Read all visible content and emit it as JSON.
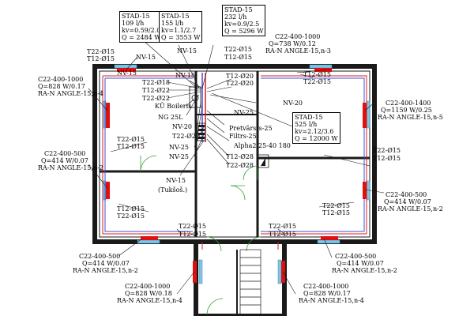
{
  "stad_boxes": [
    {
      "name": "STAD-15",
      "flow": "109 l/h",
      "kv": "kv=0.59/2.0",
      "q": "Q = 2484 W"
    },
    {
      "name": "STAD-15",
      "flow": "155 l/h",
      "kv": "kv=1.1/2.7",
      "q": "Q = 3553 W"
    },
    {
      "name": "STAD-15",
      "flow": "232 l/h",
      "kv": "kv=0.9/2.5",
      "q": "Q = 5296 W"
    },
    {
      "name": "STAD-15",
      "flow": "525 l/h",
      "kv": "kv=2.12/3.6",
      "q": "Q = 12000 W"
    }
  ],
  "radiators": [
    {
      "type": "C22-400-1000",
      "q": "Q=828 W/0.17",
      "valve": "RA-N ANGLE-15,n-4"
    },
    {
      "type": "C22-400-1000",
      "q": "Q=738 W/0.12",
      "valve": "RA-N ANGLE-15,n-3"
    },
    {
      "type": "C22-400-1400",
      "q": "Q=1159 W/0.25",
      "valve": "RA-N ANGLE-15,n-5"
    },
    {
      "type": "C22-400-500",
      "q": "Q=414 W/0.07",
      "valve": "RA-N ANGLE-15,n-2"
    },
    {
      "type": "C22-400-500",
      "q": "Q=414 W/0.07",
      "valve": "RA-N ANGLE-15,n-2"
    },
    {
      "type": "C22-400-500",
      "q": "Q=414 W/0.07",
      "valve": "RA-N ANGLE-15,n-2"
    },
    {
      "type": "C22-400-500",
      "q": "Q=414 W/0.07",
      "valve": "RA-N ANGLE-15,n-2"
    },
    {
      "type": "C22-400-1000",
      "q": "Q=828 W/0.18",
      "valve": "RA-N ANGLE-15,n-4"
    },
    {
      "type": "C22-400-1000",
      "q": "Q=828 W/0.17",
      "valve": "RA-N ANGLE-15,n-4"
    }
  ],
  "pipe_labels": {
    "p_t22_15": "T22-Ø15",
    "p_t12_15": "T12-Ø15",
    "p_t22_18": "T22-Ø18",
    "p_t12_22": "T12-Ø22",
    "p_t22_22": "T22-Ø22",
    "p_t12_20": "T12-Ø20",
    "p_t22_20": "T22-Ø20",
    "p_t12_28": "T12-Ø28",
    "p_t22_28": "T22-Ø28"
  },
  "notes": {
    "nv15": "NV-15",
    "nv20": "NV-20",
    "nv25": "NV-25",
    "boiler": "KŪ Boileris",
    "ng": "NG 25L",
    "pretvarsts": "Pretvārsts-25",
    "filtrs": "Filtrs-25",
    "alpha": "Alpha2 25-40 180",
    "tuksos": "(Tukšoš.)"
  },
  "colors": {
    "wall": "#1a1a1a",
    "supply_pipe": "#d62020",
    "return_pipe": "#4a4ad8",
    "radiator": "#e01010",
    "window": "#7fc6e6",
    "door": "#35a035"
  }
}
